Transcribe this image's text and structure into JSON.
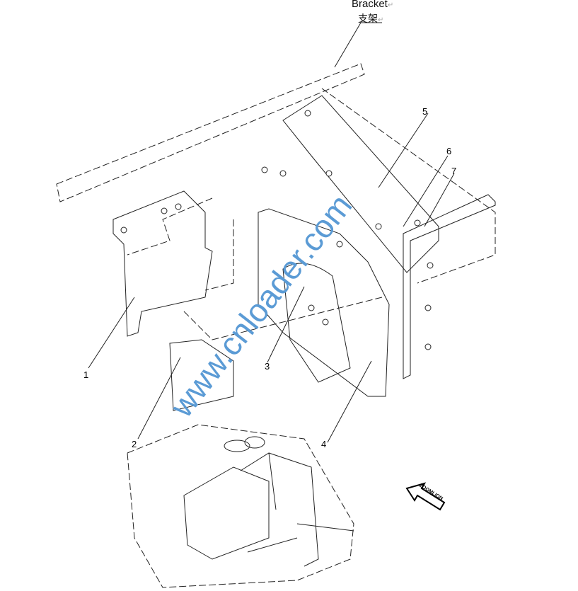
{
  "title": {
    "english": "Bracket",
    "chinese": "支架"
  },
  "callouts": [
    "1",
    "2",
    "3",
    "4",
    "5",
    "6",
    "7"
  ],
  "watermark": "www.cnloader.com",
  "logo": {
    "text": "ZOOMLION",
    "icon": "direction-arrow-icon"
  }
}
